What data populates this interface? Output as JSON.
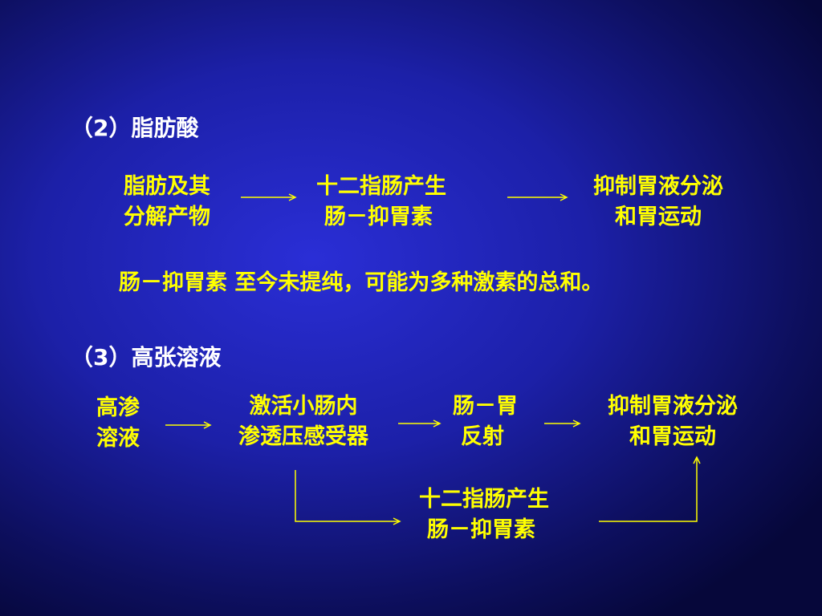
{
  "section2": {
    "heading": "（2）脂肪酸",
    "box1": [
      "脂肪及其",
      "分解产物"
    ],
    "box2": [
      "十二指肠产生",
      "肠－抑胃素"
    ],
    "box3": [
      "抑制胃液分泌",
      "和胃运动"
    ],
    "note": "肠－抑胃素 至今未提纯，可能为多种激素的总和。"
  },
  "section3": {
    "heading": "（3）高张溶液",
    "box1": [
      "高渗",
      "溶液"
    ],
    "box2": [
      "激活小肠内",
      "渗透压感受器"
    ],
    "box3": [
      "肠－胃",
      "反射"
    ],
    "box4": [
      "抑制胃液分泌",
      "和胃运动"
    ],
    "box5": [
      "十二指肠产生",
      "肠－抑胃素"
    ]
  },
  "colors": {
    "heading": "#ffffff",
    "text": "#ffff00",
    "arrow": "#ffff00",
    "background": "#1c20a8"
  }
}
